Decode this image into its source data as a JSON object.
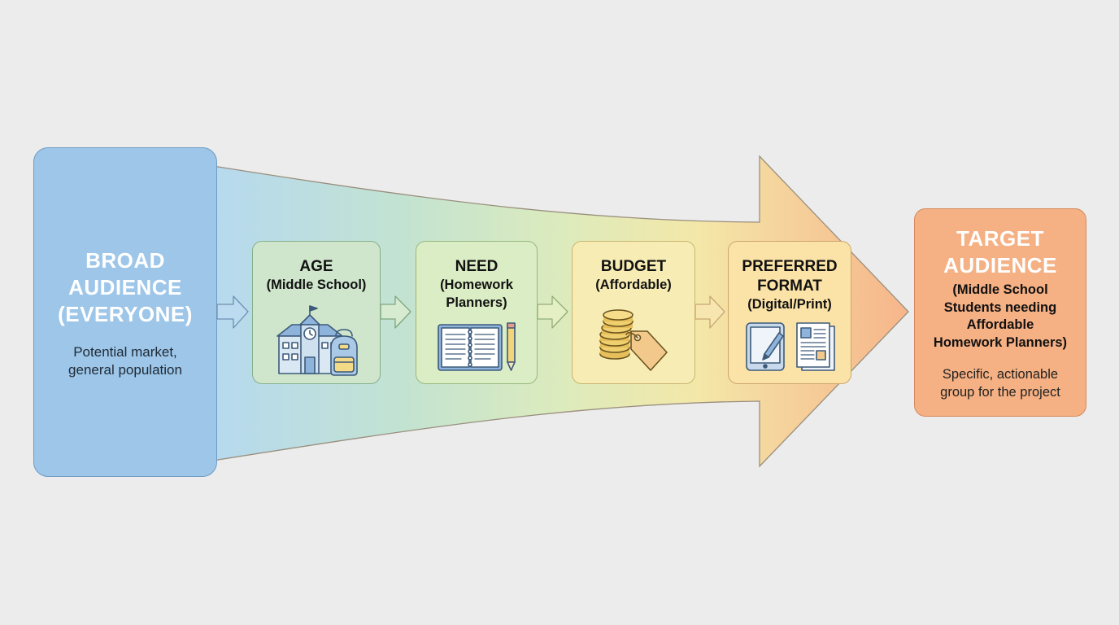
{
  "broad": {
    "title_lines": [
      "BROAD",
      "AUDIENCE",
      "(EVERYONE)"
    ],
    "desc_lines": [
      "Potential market,",
      "general population"
    ]
  },
  "stages": [
    {
      "key": "age",
      "title": [
        "AGE"
      ],
      "sub": [
        "(Middle School)"
      ],
      "icon": "school-backpack-icon"
    },
    {
      "key": "need",
      "title": [
        "NEED"
      ],
      "sub": [
        "(Homework",
        "Planners)"
      ],
      "icon": "planner-pencil-icon"
    },
    {
      "key": "budget",
      "title": [
        "BUDGET"
      ],
      "sub": [
        "(Affordable)"
      ],
      "icon": "coins-price-tag-icon"
    },
    {
      "key": "format",
      "title": [
        "PREFERRED",
        "FORMAT"
      ],
      "sub": [
        "(Digital/Print)"
      ],
      "icon": "tablet-print-icon"
    }
  ],
  "target": {
    "title_lines": [
      "TARGET",
      "AUDIENCE"
    ],
    "sub_lines": [
      "(Middle School",
      "Students needing",
      "Affordable",
      "Homework Planners)"
    ],
    "desc_lines": [
      "Specific, actionable",
      "group for the project"
    ]
  },
  "colors": {
    "background": "#ececec",
    "broad": "#9dc6e8",
    "age": "#cfe6cd",
    "need": "#dbedc4",
    "budget": "#f7edb4",
    "format": "#fbe2a6",
    "target": "#f5b083",
    "funnel_start": "#b3d8ee",
    "funnel_end": "#f6b58a"
  }
}
